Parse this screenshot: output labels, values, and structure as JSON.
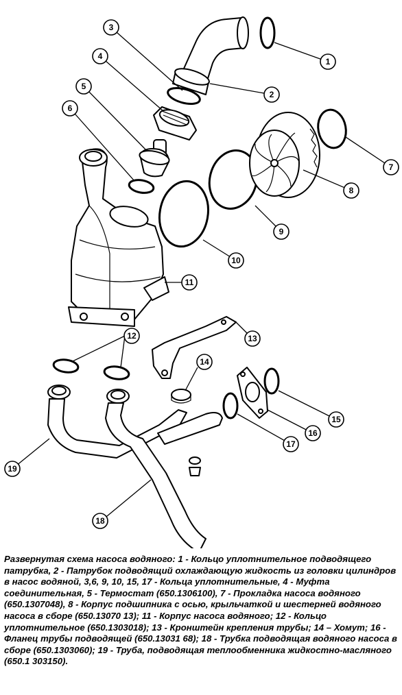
{
  "callouts": {
    "c1": "1",
    "c2": "2",
    "c3": "3",
    "c4": "4",
    "c5": "5",
    "c6": "6",
    "c7": "7",
    "c8": "8",
    "c9": "9",
    "c10": "10",
    "c11": "11",
    "c12": "12",
    "c13": "13",
    "c14": "14",
    "c15": "15",
    "c16": "16",
    "c17": "17",
    "c18": "18",
    "c19": "19"
  },
  "caption": "Развернутая схема насоса водяного: 1 - Кольцо уплотнительное подводящего патрубка, 2 - Патрубок подводящий охлаждающую жидкость из головки цилиндров в насос водяной, 3,6, 9, 10, 15, 17 - Кольца уплотнительные, 4 - Муфта соединительная, 5 - Термостат (650.1306100), 7 - Прокладка насоса водяного (650.1307048), 8 - Корпус подшипника с осью, крыльчаткой и шестерней водяного насоса в сборе (650.13070 13); 11 - Корпус насоса водяного; 12 - Кольцо уплотнительное (650.1303018); 13 - Кронштейн крепления трубы; 14 – Хомут; 16 - Фланец трубы подводящей (650.13031 68); 18 - Трубка подводящая водяного насоса в сборе (650.1303060); 19 - Труба, подводящая теплообменника жидкостно-масляного (650.1 303150)."
}
